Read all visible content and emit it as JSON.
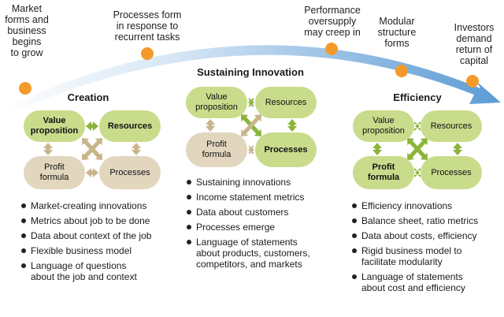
{
  "colors": {
    "timeline_blue": "#5b9bd5",
    "milestone_orange": "#f39a2b",
    "green_box": "#c9dc8c",
    "tan_box": "#e2d6bf",
    "arrow_green": "#8ab53a",
    "arrow_tan": "#c9b58a"
  },
  "timeline": {
    "milestones": [
      {
        "id": "m1",
        "label": "Market\nforms and\nbusiness\nbegins\nto grow"
      },
      {
        "id": "m2",
        "label": "Processes form\nin response to\nrecurrent tasks"
      },
      {
        "id": "m3",
        "label": "Performance\noversupply\nmay creep in"
      },
      {
        "id": "m4",
        "label": "Modular\nstructure\nforms"
      },
      {
        "id": "m5",
        "label": "Investors\ndemand\nreturn of\ncapital"
      }
    ]
  },
  "stages": [
    {
      "title": "Creation",
      "boxes": {
        "value_proposition": {
          "label": "Value\nproposition",
          "emphasis": true
        },
        "resources": {
          "label": "Resources",
          "emphasis": true
        },
        "profit_formula": {
          "label": "Profit\nformula",
          "emphasis": false
        },
        "processes": {
          "label": "Processes",
          "emphasis": false
        }
      },
      "bullets": [
        "Market-creating innovations",
        "Metrics about job to be done",
        "Data about context of the job",
        "Flexible business model",
        "Language of questions\nabout the job and context"
      ]
    },
    {
      "title": "Sustaining Innovation",
      "boxes": {
        "value_proposition": {
          "label": "Value\nproposition",
          "emphasis": false
        },
        "resources": {
          "label": "Resources",
          "emphasis": false
        },
        "profit_formula": {
          "label": "Profit\nformula",
          "emphasis": false
        },
        "processes": {
          "label": "Processes",
          "emphasis": true
        }
      },
      "bullets": [
        "Sustaining innovations",
        "Income statement metrics",
        "Data about customers",
        "Processes emerge",
        "Language of statements\nabout products, customers,\ncompetitors, and markets"
      ]
    },
    {
      "title": "Efficiency",
      "boxes": {
        "value_proposition": {
          "label": "Value\nproposition",
          "emphasis": false
        },
        "resources": {
          "label": "Resources",
          "emphasis": false
        },
        "profit_formula": {
          "label": "Profit\nformula",
          "emphasis": true
        },
        "processes": {
          "label": "Processes",
          "emphasis": false
        }
      },
      "bullets": [
        "Efficiency innovations",
        "Balance sheet, ratio metrics",
        "Data about costs, efficiency",
        "Rigid business model to\nfacilitate modularity",
        "Language of statements\nabout cost and efficiency"
      ]
    }
  ]
}
